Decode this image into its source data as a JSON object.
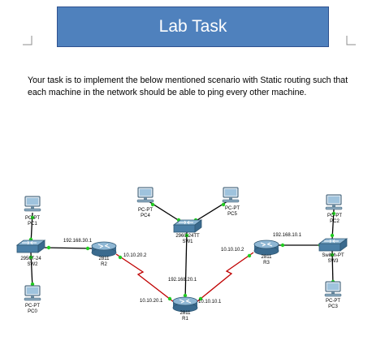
{
  "banner": {
    "title": "Lab Task"
  },
  "task": {
    "text": "Your task is to implement the below mentioned scenario with Static routing such that each machine in the network should be able to ping every other machine."
  },
  "colors": {
    "banner": "#4f81bd",
    "serial_link": "#c00000",
    "ethernet_link": "#000000",
    "port_up": "#22cc22"
  },
  "network": {
    "pcs": {
      "pc1": {
        "type": "PC-PT",
        "name": "PC1"
      },
      "pc0": {
        "type": "PC-PT",
        "name": "PC0"
      },
      "pc4": {
        "type": "PC-PT",
        "name": "PC4"
      },
      "pc5": {
        "type": "PC-PT",
        "name": "PC5"
      },
      "pc2": {
        "type": "PC-PT",
        "name": "PC2"
      },
      "pc3": {
        "type": "PC-PT",
        "name": "PC3"
      }
    },
    "switches": {
      "sw2": {
        "type": "2950T-24",
        "name": "SW2"
      },
      "sw1": {
        "type": "2960-24TT",
        "name": "SW1"
      },
      "sw3": {
        "type": "Switch-PT",
        "name": "SW3"
      }
    },
    "routers": {
      "r2": {
        "type": "2811",
        "name": "R2"
      },
      "r1": {
        "type": "2811",
        "name": "R1"
      },
      "r3": {
        "type": "2811",
        "name": "R3"
      }
    },
    "ip_labels": {
      "net_30": "192.168.30.1",
      "r2_serial": "10.10.20.2",
      "net_20": "192.168.20.1",
      "r1_left": "10.10.20.1",
      "r1_right": "10.10.10.1",
      "net_10": "192.168.10.1",
      "r3_serial": "10.10.10.2"
    }
  }
}
